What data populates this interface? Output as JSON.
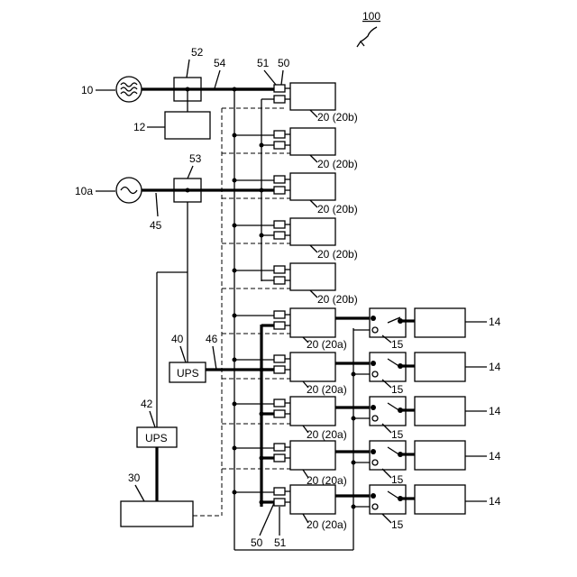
{
  "diagram": {
    "system_label": "100",
    "source_labels": {
      "grid": "10",
      "generator": "10a",
      "controller": "12"
    },
    "switch_labels": {
      "main": "52",
      "aux": "53"
    },
    "line_labels": {
      "main_line": "54",
      "aux_line": "45",
      "ups1_line": "46"
    },
    "breaker_labels": {
      "left": "51",
      "right": "50",
      "bottom_left": "50",
      "bottom_right": "51"
    },
    "ups_labels": {
      "ups1_ref": "40",
      "ups2_ref": "42",
      "ups1_text": "UPS",
      "ups2_text": "UPS"
    },
    "control_label": "30",
    "loads_b": [
      "20 (20b)",
      "20 (20b)",
      "20 (20b)",
      "20 (20b)",
      "20 (20b)"
    ],
    "loads_a": [
      "20 (20a)",
      "20 (20a)",
      "20 (20a)",
      "20 (20a)",
      "20 (20a)"
    ],
    "switch_ref": [
      "15",
      "15",
      "15",
      "15",
      "15"
    ],
    "devices": [
      "14",
      "14",
      "14",
      "14",
      "14"
    ]
  }
}
